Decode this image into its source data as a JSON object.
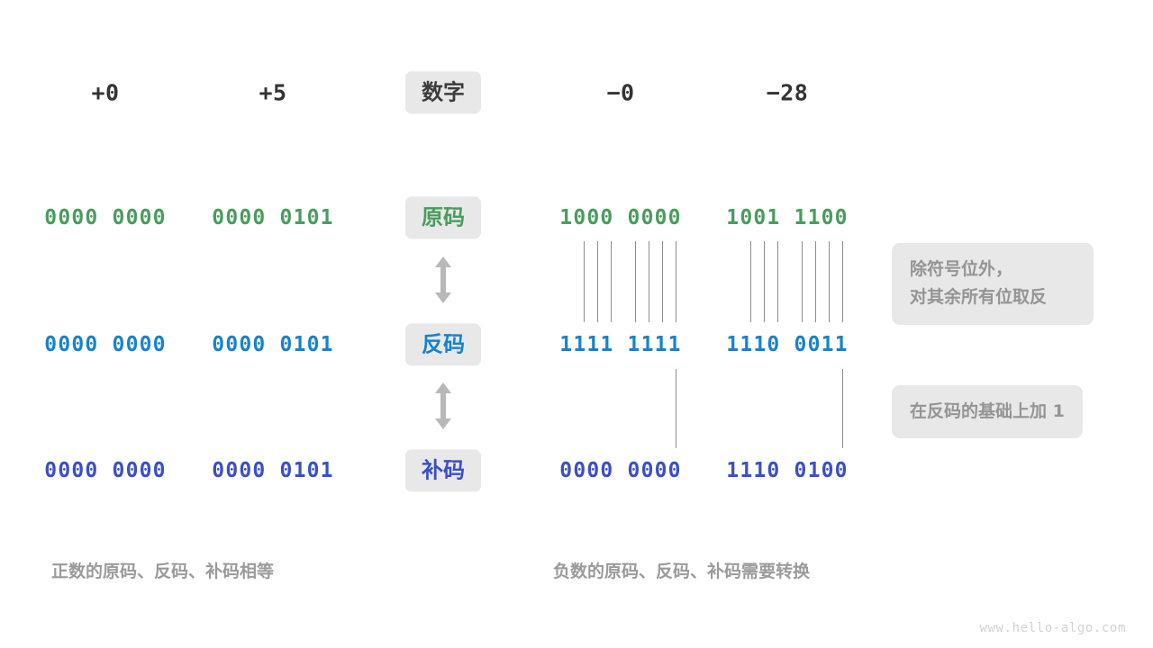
{
  "figure": {
    "watermark": "www.hello-algo.com"
  },
  "columns": [
    {
      "key": "pos_zero",
      "header": "+0"
    },
    {
      "key": "pos_five",
      "header": "+5"
    },
    {
      "key": "label",
      "header": "数字"
    },
    {
      "key": "neg_zero",
      "header": "−0"
    },
    {
      "key": "neg_28",
      "header": "−28"
    }
  ],
  "rows": [
    {
      "key": "sign_magnitude",
      "label": "原码",
      "color": "#4a9c5d",
      "values": {
        "pos_zero": "0000 0000",
        "pos_five": "0000 0101",
        "neg_zero": "1000 0000",
        "neg_28": "1001 1100"
      }
    },
    {
      "key": "ones_complement",
      "label": "反码",
      "color": "#1782cd",
      "values": {
        "pos_zero": "0000 0000",
        "pos_five": "0000 0101",
        "neg_zero": "1111 1111",
        "neg_28": "1110 0011"
      }
    },
    {
      "key": "twos_complement",
      "label": "补码",
      "color": "#3b4fc4",
      "values": {
        "pos_zero": "0000 0000",
        "pos_five": "0000 0101",
        "neg_zero": "0000 0000",
        "neg_28": "1110 0100"
      }
    }
  ],
  "notes": [
    {
      "key": "note_invert",
      "lines": [
        "除符号位外，",
        "对其余所有位取反"
      ]
    },
    {
      "key": "note_add_one",
      "lines": [
        "在反码的基础上加  1"
      ]
    }
  ],
  "captions": {
    "left": "正数的原码、反码、补码相等",
    "right": "负数的原码、反码、补码需要转换"
  },
  "icons": {
    "arrow_up_down": "double-headed-vertical-arrow"
  }
}
